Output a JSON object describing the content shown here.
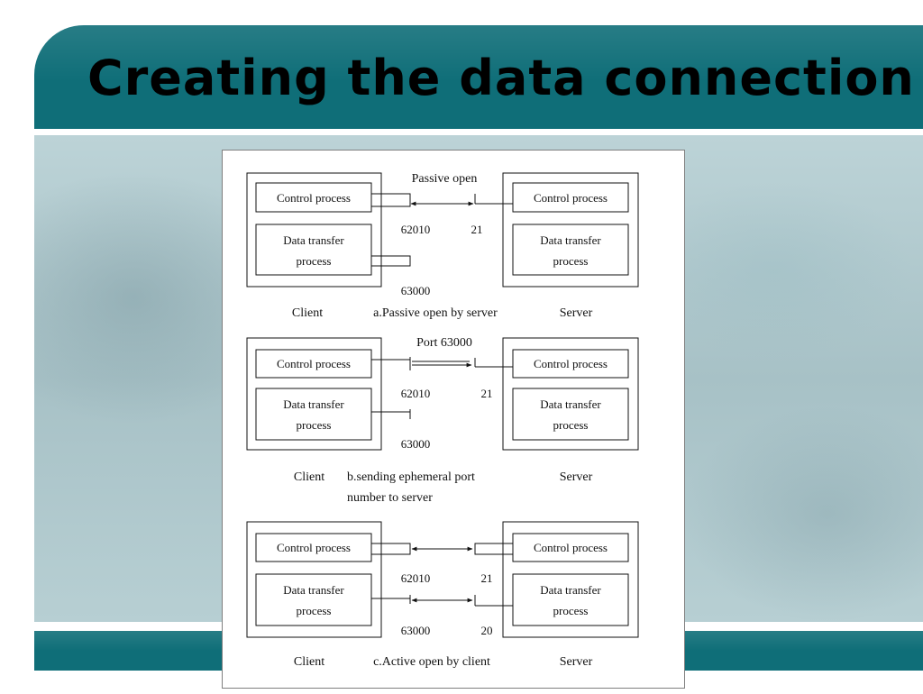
{
  "slide": {
    "title": "Creating the data connection"
  },
  "diagram": {
    "box_labels": {
      "control": "Control process",
      "data_line1": "Data transfer",
      "data_line2": "process"
    },
    "client_label": "Client",
    "server_label": "Server",
    "panels": [
      {
        "top_label": "Passive open",
        "client_ctrl_port": "62010",
        "server_ctrl_port": "21",
        "client_data_port": "63000",
        "caption_line1": "a.Passive open by server",
        "caption_line2": ""
      },
      {
        "top_label": "Port 63000",
        "client_ctrl_port": "62010",
        "server_ctrl_port": "21",
        "client_data_port": "63000",
        "caption_line1": "b.sending ephemeral port",
        "caption_line2": "number to server"
      },
      {
        "top_label": "",
        "client_ctrl_port": "62010",
        "server_ctrl_port": "21",
        "client_data_port": "63000",
        "server_data_port": "20",
        "caption_line1": "c.Active open by client",
        "caption_line2": ""
      }
    ]
  }
}
